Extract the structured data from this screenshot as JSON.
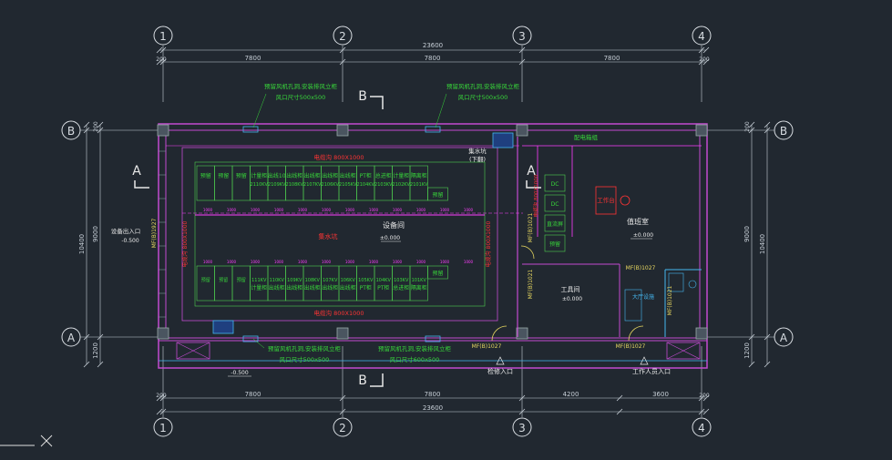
{
  "colors": {
    "background": "#212830",
    "wall": "#c24ad0",
    "dimension": "#c8d0d8",
    "grid_bubble": "#d8dde2",
    "green_text": "#38d63a",
    "red_text": "#ff3434",
    "white_text": "#e8e8e8",
    "yellow_text": "#e8d860",
    "cyan": "#45b7f0",
    "tray": "#ff3eff"
  },
  "grid": {
    "columns": [
      "1",
      "2",
      "3",
      "4"
    ],
    "rows": [
      "B",
      "A"
    ]
  },
  "dimensions": {
    "top_total": "23600",
    "top_spans": [
      "7800",
      "7800",
      "7800"
    ],
    "edge_offset": "200",
    "bottom_total": "23600",
    "bottom_spans": [
      "7800",
      "7800",
      "4200",
      "3600"
    ],
    "left_total": "10400",
    "left_spans": [
      "9000",
      "1200"
    ],
    "left_small": "200",
    "right_total": "10400",
    "right_spans": [
      "9000",
      "1200"
    ],
    "right_small": "200"
  },
  "section_marks": {
    "a": "A",
    "b": "B"
  },
  "annotations": {
    "top_note_1_line1": "预留风机孔洞,安装排风立柜",
    "top_note_1_line2": "风口尺寸500x500",
    "top_note_2_line1": "预留风机孔洞,安装排风立柜",
    "top_note_2_line2": "风口尺寸500x500",
    "bottom_note_1_line1": "预留风机孔洞,安装排风立柜",
    "bottom_note_1_line2": "风口尺寸500x500",
    "bottom_note_2_line1": "预留风机孔洞,安装排风立柜",
    "bottom_note_2_line2": "风口尺寸600x500",
    "cable_trench_top": "电缆沟 800X1000",
    "cable_trench_bottom": "电缆沟 800X1000",
    "cable_trench_left": "电缆沟 800X1000",
    "cable_trench_right": "电缆沟 800X1000",
    "cable_pit": "集水坑",
    "drain_pit": "集水坑",
    "drain_pit_sub": "(下翻)",
    "equipment_room": "设备间",
    "equipment_elev": "±0.000",
    "duty_room": "值班室",
    "duty_elev": "±0.000",
    "tool_room": "工具间",
    "tool_elev": "±0.000",
    "power_wall": "配电箱组",
    "workbench": "工作台",
    "equip_entrance": "设备出入口",
    "equip_entrance_elev": "-0.500",
    "equip_door": "MF(B)1927",
    "left_below_elev": "-0.500",
    "inspection_entrance": "检修入口",
    "staff_entrance": "工作人员入口",
    "door_1": "MF(B)1027",
    "door_2": "MF(B)1021",
    "door_3": "MF(B)1027",
    "door_4": "MF(B)1021",
    "door_5": "MF(B)1027",
    "door_6": "MF(B)1021",
    "toilet": "大厅设施"
  },
  "cabinets_top": [
    {
      "line1": "预留",
      "line2": ""
    },
    {
      "line1": "预留",
      "line2": ""
    },
    {
      "line1": "预留",
      "line2": ""
    },
    {
      "line1": "计量柜",
      "line2": "2110KV"
    },
    {
      "line1": "出线10",
      "line2": "2109KV"
    },
    {
      "line1": "出线柜",
      "line2": "2108KV"
    },
    {
      "line1": "出线柜",
      "line2": "2107KV"
    },
    {
      "line1": "出线柜",
      "line2": "2106KV"
    },
    {
      "line1": "出线柜",
      "line2": "2105KV"
    },
    {
      "line1": "PT柜",
      "line2": "2104KV"
    },
    {
      "line1": "总进柜",
      "line2": "2103KV"
    },
    {
      "line1": "计量柜",
      "line2": "2102KV"
    },
    {
      "line1": "隔离柜",
      "line2": "2101KV"
    }
  ],
  "cabinet_extra_top": "预留",
  "cabinets_bottom": [
    {
      "line1": "预留",
      "line2": ""
    },
    {
      "line1": "预留",
      "line2": ""
    },
    {
      "line1": "预留",
      "line2": ""
    },
    {
      "line1": "111KV",
      "line2": "计量柜"
    },
    {
      "line1": "110KV",
      "line2": "出线柜"
    },
    {
      "line1": "109KV",
      "line2": "出线柜"
    },
    {
      "line1": "108KV",
      "line2": "出线柜"
    },
    {
      "line1": "107KV",
      "line2": "出线柜"
    },
    {
      "line1": "106KV",
      "line2": "出线柜"
    },
    {
      "line1": "105KV",
      "line2": "PT柜"
    },
    {
      "line1": "104KV",
      "line2": "PT柜"
    },
    {
      "line1": "103KV",
      "line2": "总进柜"
    },
    {
      "line1": "101KV",
      "line2": "隔离柜"
    }
  ],
  "cabinet_extra_bottom": "预留",
  "side_panels": [
    "DC",
    "DC",
    "直流屏",
    "预留"
  ],
  "tick_labels": [
    "1000",
    "1000",
    "1000",
    "1000",
    "1000",
    "1000",
    "1000",
    "1000",
    "1000",
    "1000",
    "1000",
    "1000"
  ]
}
